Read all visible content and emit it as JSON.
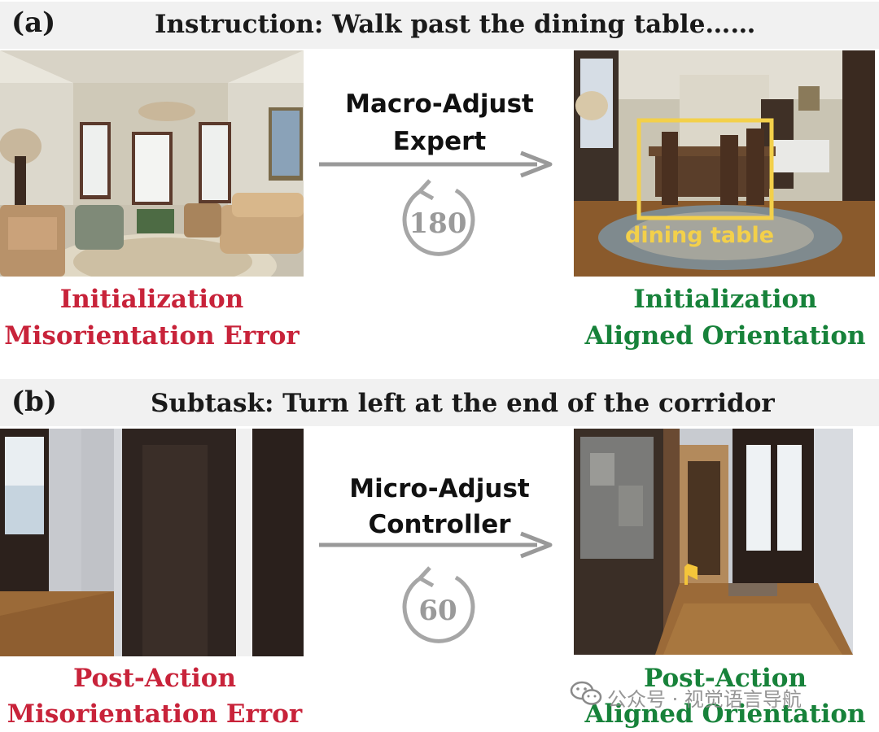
{
  "panel_a": {
    "tag": "(a)",
    "header": "Instruction: Walk past the dining table……",
    "expert_line1": "Macro-Adjust",
    "expert_line2": "Expert",
    "rotation": "180",
    "left_line1": "Initialization",
    "left_line2": "Misorientation Error",
    "right_line1": "Initialization",
    "right_line2": "Aligned Orientation",
    "box_label": "dining table"
  },
  "panel_b": {
    "tag": "(b)",
    "header": "Subtask: Turn left at the end of the corridor",
    "expert_line1": "Micro-Adjust",
    "expert_line2": "Controller",
    "rotation": "60",
    "left_line1": "Post-Action",
    "left_line2": "Misorientation Error",
    "right_line1": "Post-Action",
    "right_line2": "Aligned Orientation"
  },
  "watermark": "公众号 · 视觉语言导航",
  "colors": {
    "error": "#c8233a",
    "aligned": "#17823a",
    "arrow": "#999999",
    "highlight": "#f3d04a"
  }
}
